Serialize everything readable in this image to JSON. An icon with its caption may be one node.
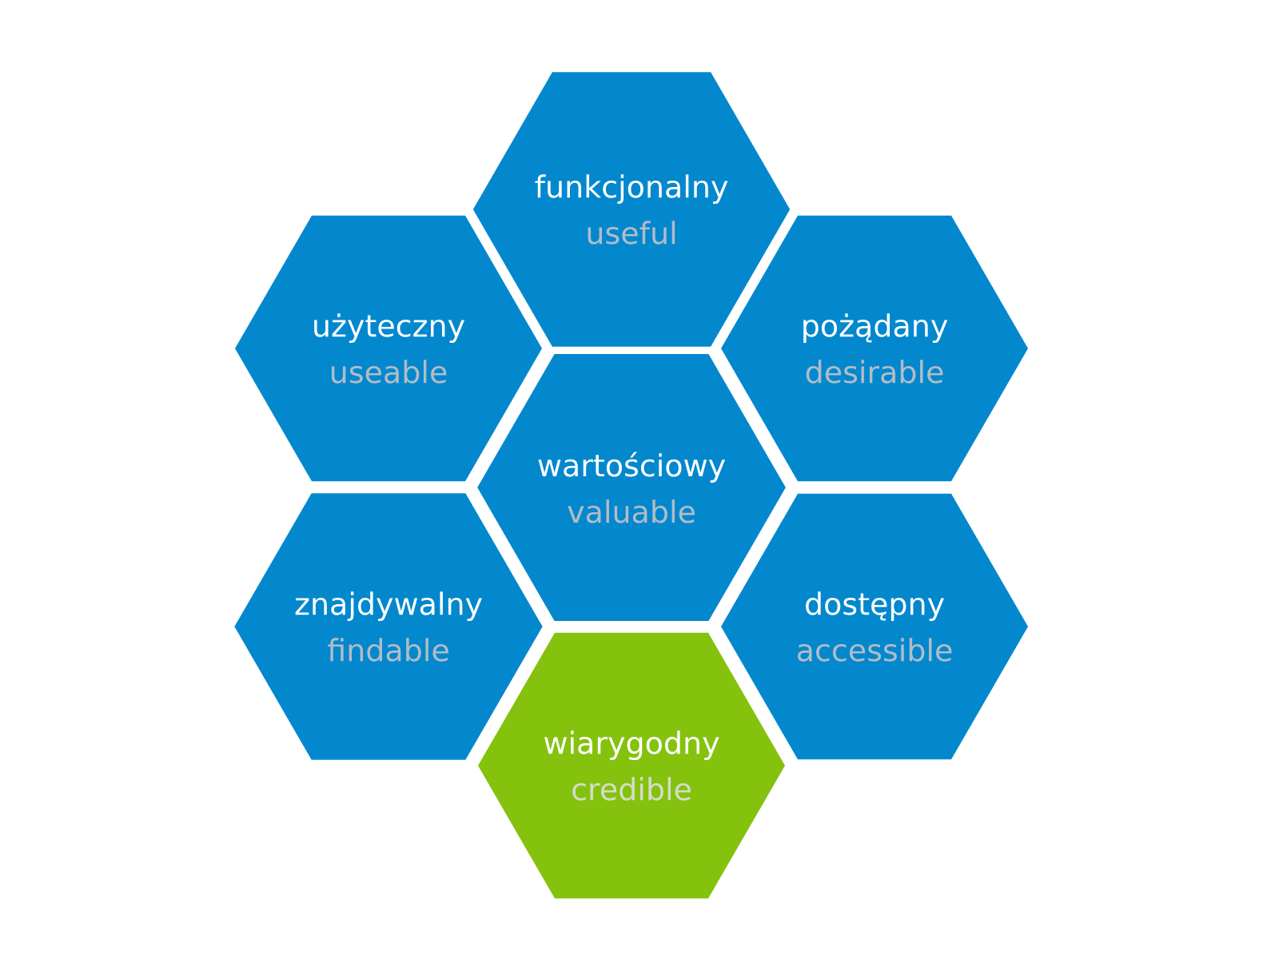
{
  "diagram": {
    "nodes": [
      {
        "text": [
          "funkcjonalny",
          "useful"
        ]
      },
      {
        "text": [
          "użyteczny",
          "useable"
        ]
      },
      {
        "text": [
          "pożądany",
          "desirable"
        ]
      },
      {
        "text": [
          "wartościowy",
          "valuable"
        ]
      },
      {
        "text": [
          "znajdywalny",
          "findable"
        ]
      },
      {
        "text": [
          "dostępny",
          "accessible"
        ]
      },
      {
        "text": [
          "wiarygodny",
          "credible"
        ]
      }
    ]
  }
}
